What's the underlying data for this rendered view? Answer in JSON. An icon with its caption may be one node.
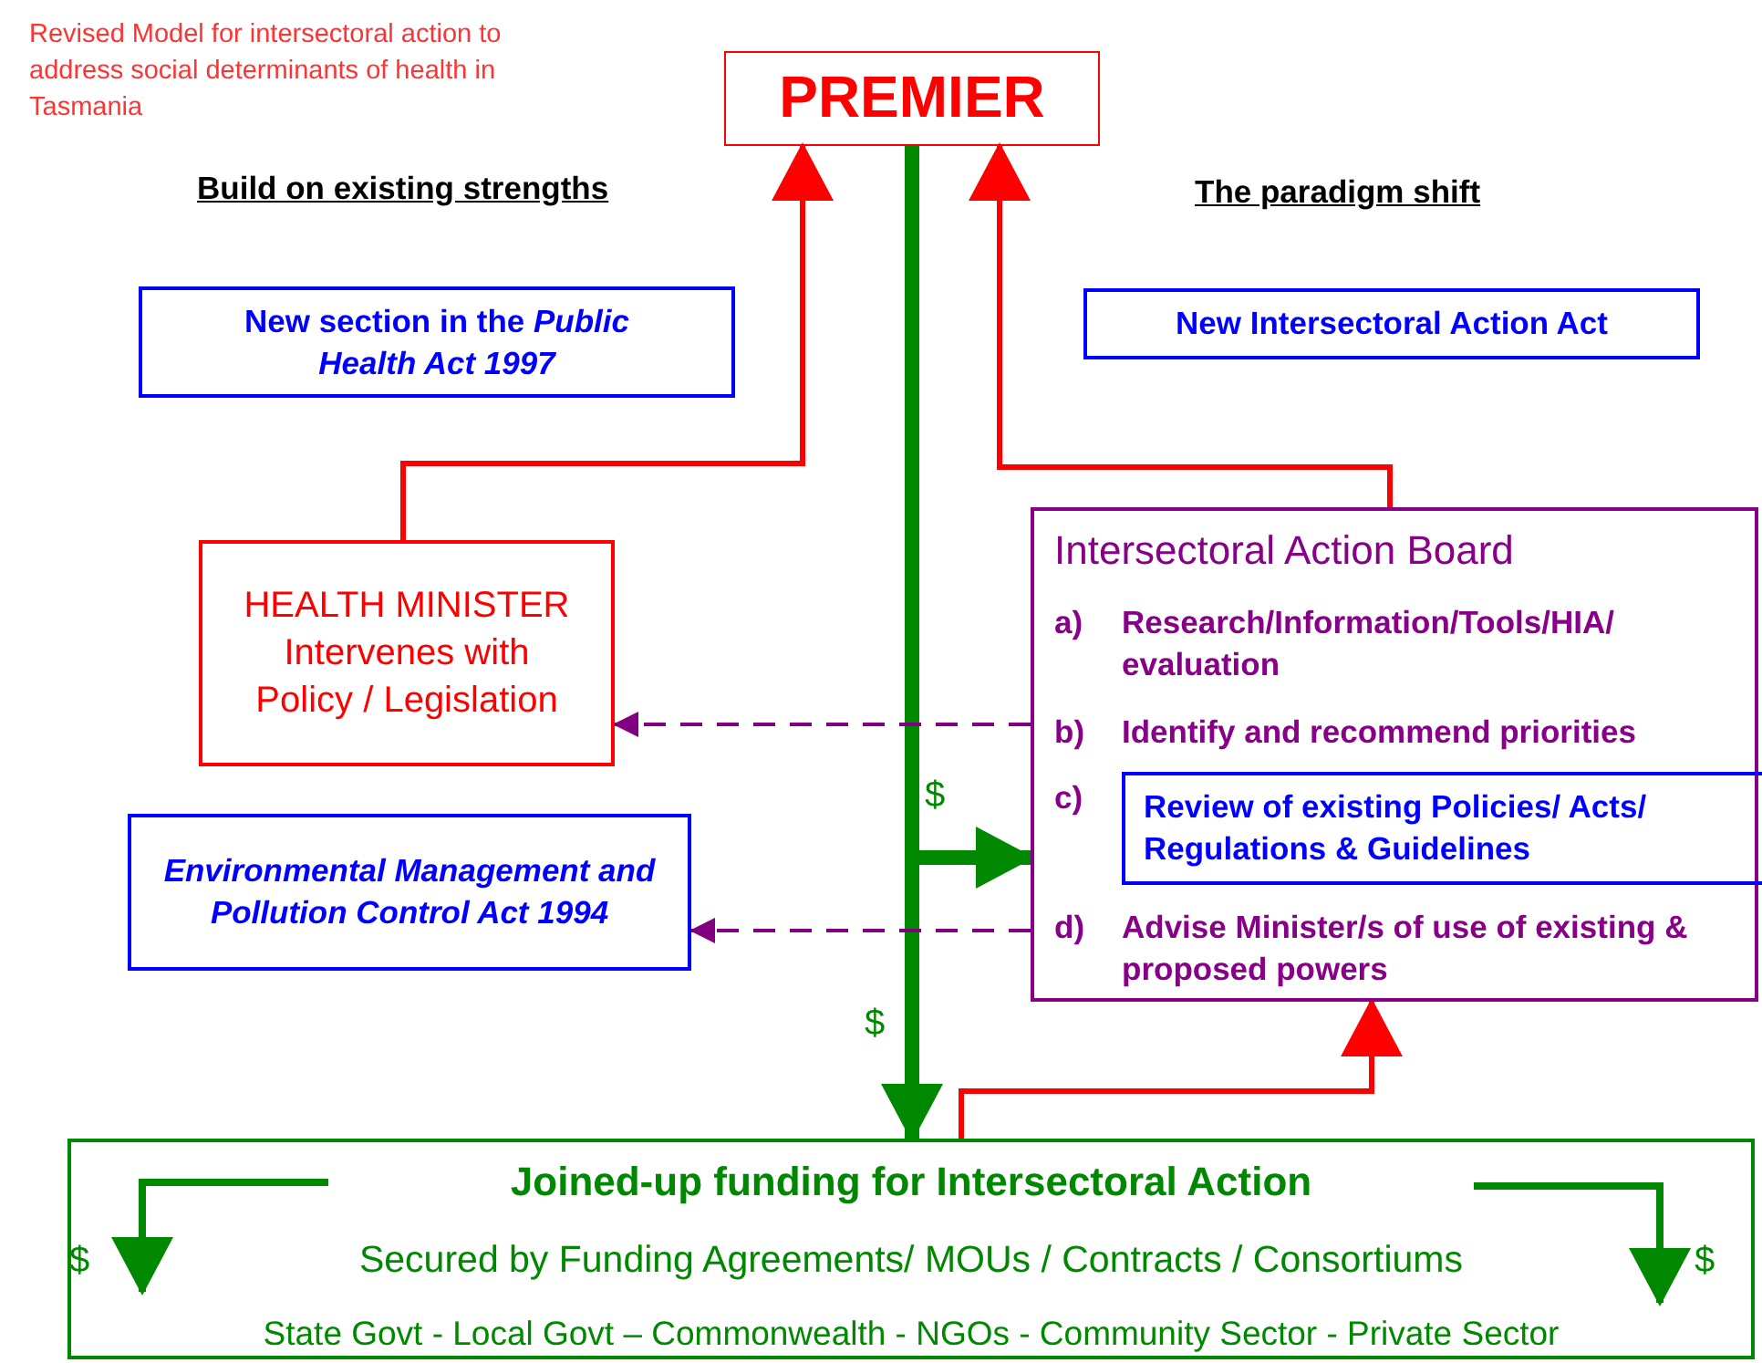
{
  "diagram": {
    "title": "Revised Model for intersectoral action to address social determinants of health in Tasmania",
    "nodes": [
      {
        "text": [
          "PREMIER"
        ]
      },
      {
        "text": [
          "New section in the *Public Health Act 1997*"
        ]
      },
      {
        "text": [
          "New Intersectoral Action Act"
        ]
      },
      {
        "text": [
          "HEALTH MINISTER",
          "Intervenes with Policy / Legislation"
        ]
      },
      {
        "text": [
          "Environmental Management and Pollution Control Act 1994"
        ]
      },
      {
        "text": [
          "Intersectoral Action Board",
          "a)",
          "Research/Information/Tools/HIA/ evaluation",
          "b)",
          "Identify and recommend priorities",
          "c)",
          "d)",
          "Advise Minister/s of use of existing & proposed powers"
        ]
      },
      {
        "text": [
          "Review of existing Policies/ Acts/ Regulations & Guidelines"
        ],
        "in": 5
      },
      {
        "text": [
          "Joined-up funding for Intersectoral Action",
          "Secured by Funding Agreements/ MOUs / Contracts / Consortiums",
          "State Govt - Local Govt – Commonwealth - NGOs -  Community Sector - Private Sector"
        ]
      }
    ],
    "edges": [
      {
        "from": 3,
        "to": 0,
        "arrow": "to"
      },
      {
        "from": 5,
        "to": 0,
        "arrow": "to"
      },
      {
        "from": 0,
        "to": 5,
        "arrow": "to",
        "label": "$",
        "style": "thick",
        "color": "#008800"
      },
      {
        "from": 0,
        "to": 7,
        "arrow": "to",
        "label": "$",
        "style": "thick",
        "color": "#008800"
      },
      {
        "from": 5,
        "to": 3,
        "arrow": "to",
        "style": "dashed",
        "color": "#800080"
      },
      {
        "from": 5,
        "to": 4,
        "arrow": "to",
        "style": "dashed",
        "color": "#800080"
      },
      {
        "from": 7,
        "to": 5,
        "arrow": "to"
      }
    ],
    "labels": [
      "Build on existing strengths",
      "The paradigm shift",
      "$",
      "$"
    ]
  }
}
